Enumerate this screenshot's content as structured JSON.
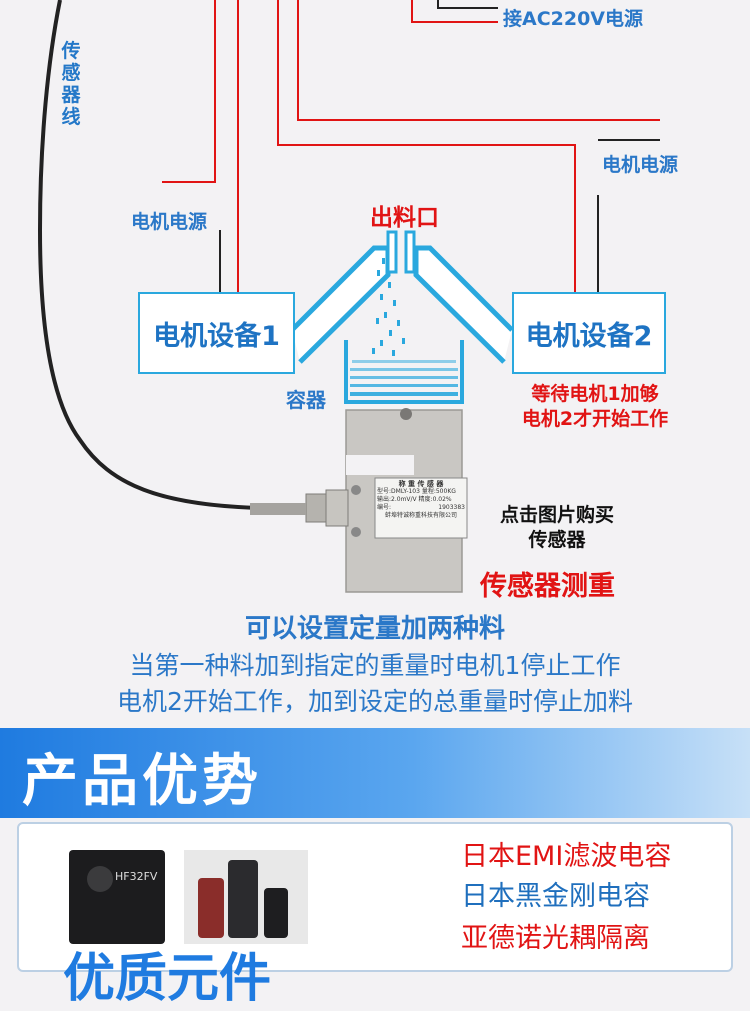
{
  "labels": {
    "ac_power": "接AC220V电源",
    "sensor_wire": "传感器线",
    "motor_power_left": "电机电源",
    "motor_power_right": "电机电源",
    "outlet": "出料口",
    "device1": "电机设备1",
    "device2": "电机设备2",
    "container": "容器",
    "wait_note_line1": "等待电机1加够",
    "wait_note_line2": "电机2才开始工作",
    "buy_line1": "点击图片购买",
    "buy_line2": "传感器",
    "weighing": "传感器测重",
    "sensor_plate_title": "称 重 传 感 器",
    "sensor_plate_model": "型号:DMLY-103  量程:500KG",
    "sensor_plate_output": "输出:2.0mV/V  精度:0.02%",
    "sensor_plate_serial_label": "编号:",
    "sensor_plate_serial": "1903383",
    "sensor_plate_maker": "蚌埠特诚称重科技有限公司"
  },
  "description": {
    "headline": "可以设置定量加两种料",
    "line1": "当第一种料加到指定的重量时电机1停止工作",
    "line2": "电机2开始工作，加到设定的总重量时停止加料"
  },
  "banner": {
    "title": "产品优势"
  },
  "features": {
    "item1": "日本EMI滤波电容",
    "item2": "日本黑金刚电容",
    "item3": "亚德诺光耦隔离",
    "relay_text": "HF32FV",
    "bottom_text": "优质元件"
  },
  "colors": {
    "wire_red": "#e11414",
    "wire_black": "#222222",
    "accent_blue": "#2aa8de",
    "text_blue": "#2b78c8",
    "banner_blue": "#1f7be0"
  }
}
